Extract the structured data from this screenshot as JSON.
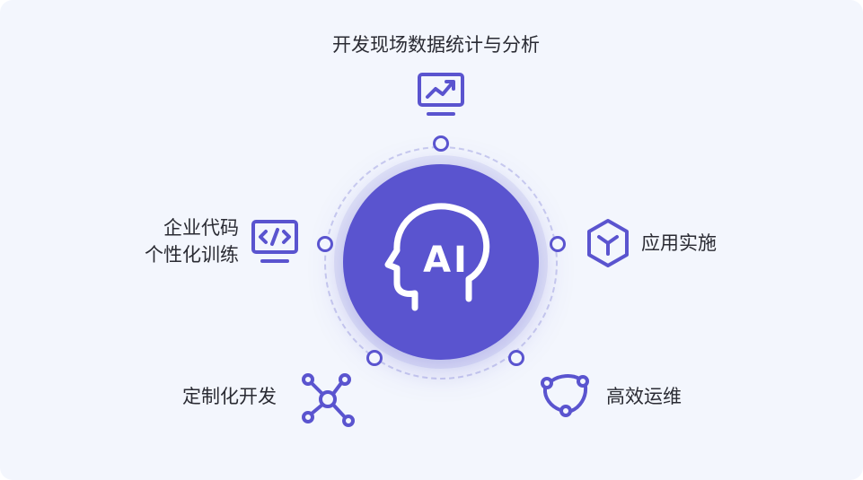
{
  "center": {
    "label": "AI"
  },
  "features": [
    {
      "label": "开发现场数据统计与分析",
      "icon": "chart-monitor-icon"
    },
    {
      "label": "应用实施",
      "icon": "cube-icon"
    },
    {
      "label": "高效运维",
      "icon": "cycle-icon"
    },
    {
      "label": "定制化开发",
      "icon": "network-icon"
    },
    {
      "label_line1": "企业代码",
      "label_line2": "个性化训练",
      "icon": "code-monitor-icon"
    }
  ],
  "colors": {
    "accent": "#5a54cf",
    "background": "#f3f6fd",
    "ring": "#c9cbef",
    "text": "#2a2b33"
  }
}
